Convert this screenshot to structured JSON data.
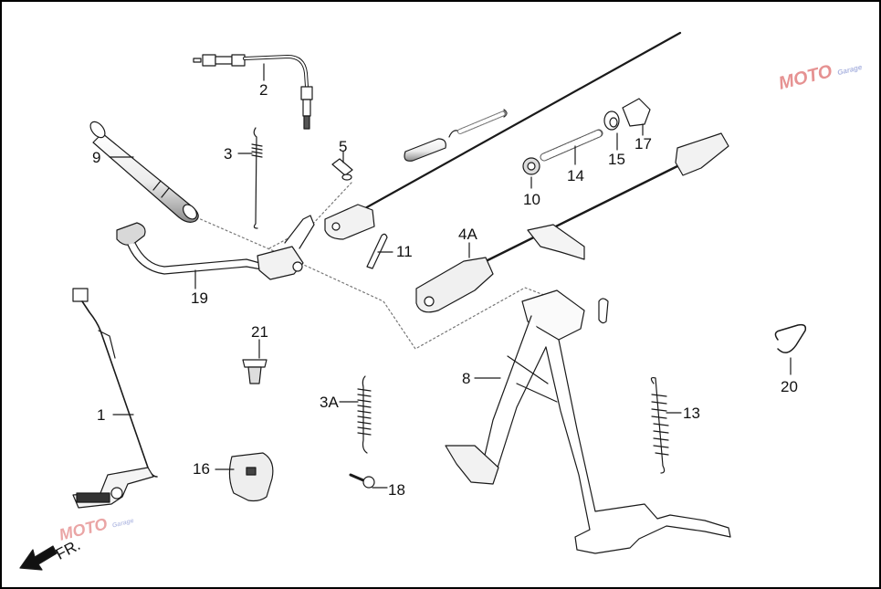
{
  "diagram": {
    "labels": [
      {
        "id": "1",
        "text": "1"
      },
      {
        "id": "2",
        "text": "2"
      },
      {
        "id": "3",
        "text": "3"
      },
      {
        "id": "3A",
        "text": "3A"
      },
      {
        "id": "4A",
        "text": "4A"
      },
      {
        "id": "5",
        "text": "5"
      },
      {
        "id": "8",
        "text": "8"
      },
      {
        "id": "9",
        "text": "9"
      },
      {
        "id": "10",
        "text": "10"
      },
      {
        "id": "11",
        "text": "11"
      },
      {
        "id": "13",
        "text": "13"
      },
      {
        "id": "14",
        "text": "14"
      },
      {
        "id": "15",
        "text": "15"
      },
      {
        "id": "16",
        "text": "16"
      },
      {
        "id": "17",
        "text": "17"
      },
      {
        "id": "18",
        "text": "18"
      },
      {
        "id": "19",
        "text": "19"
      },
      {
        "id": "20",
        "text": "20"
      },
      {
        "id": "21",
        "text": "21"
      }
    ],
    "direction_label": "FR.",
    "watermark": {
      "text": "MOTO",
      "subtext": "Garage",
      "color_primary": "#d23a3a",
      "color_secondary": "#6a7ac8"
    },
    "colors": {
      "line": "#1a1a1a",
      "fill": "#ffffff",
      "shade": "#9a9a9a",
      "frame": "#000000"
    }
  }
}
